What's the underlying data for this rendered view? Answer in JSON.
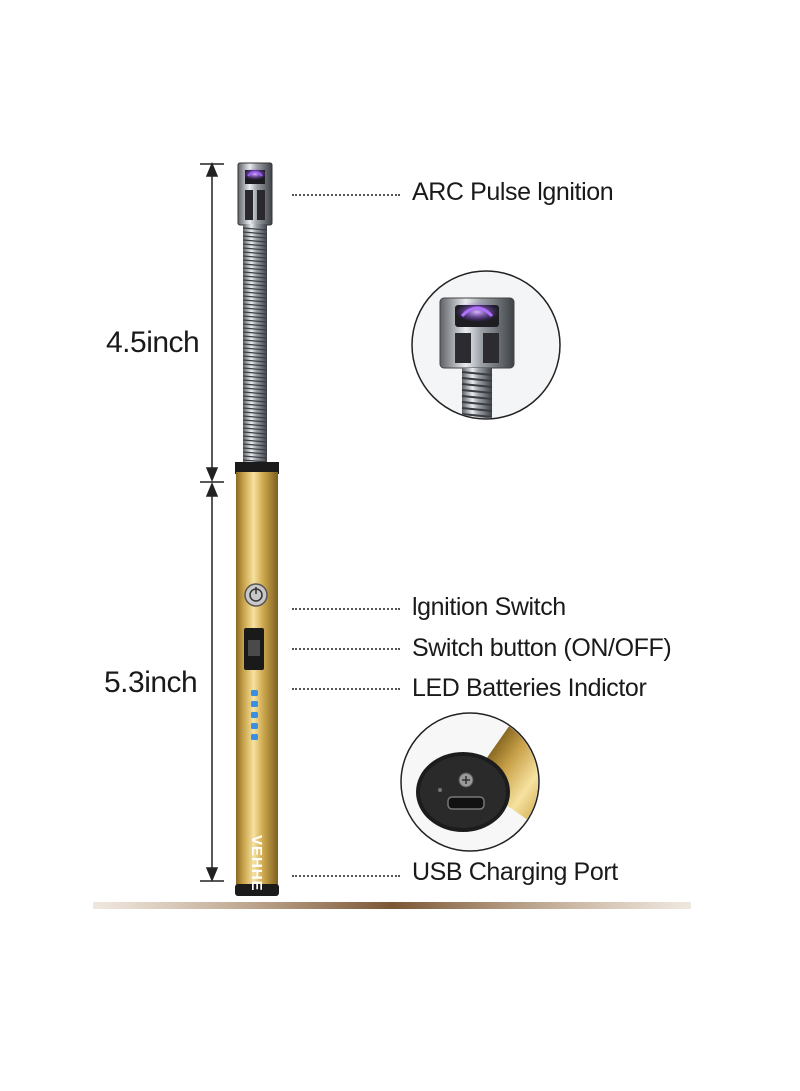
{
  "dimensions": {
    "upper_length": "4.5inch",
    "lower_length": "5.3inch"
  },
  "callouts": {
    "arc_ignition": "ARC Pulse lgnition",
    "ignition_switch": "lgnition Switch",
    "switch_button": "Switch button (ON/OFF)",
    "led_indicator": "LED Batteries Indictor",
    "usb_port": "USB Charging Port"
  },
  "brand": {
    "logo_text": "VEHHE"
  },
  "product": {
    "battery_level_dots": 5
  },
  "colors": {
    "gold": "#c9a24a",
    "gold_light": "#f1d98d",
    "gold_dark": "#8a6a22",
    "chrome": "#b8bcc2",
    "arc_purple": "#8b3cff",
    "led_blue": "#3a8fe0",
    "floor_shadow": "#8a6a4a"
  }
}
